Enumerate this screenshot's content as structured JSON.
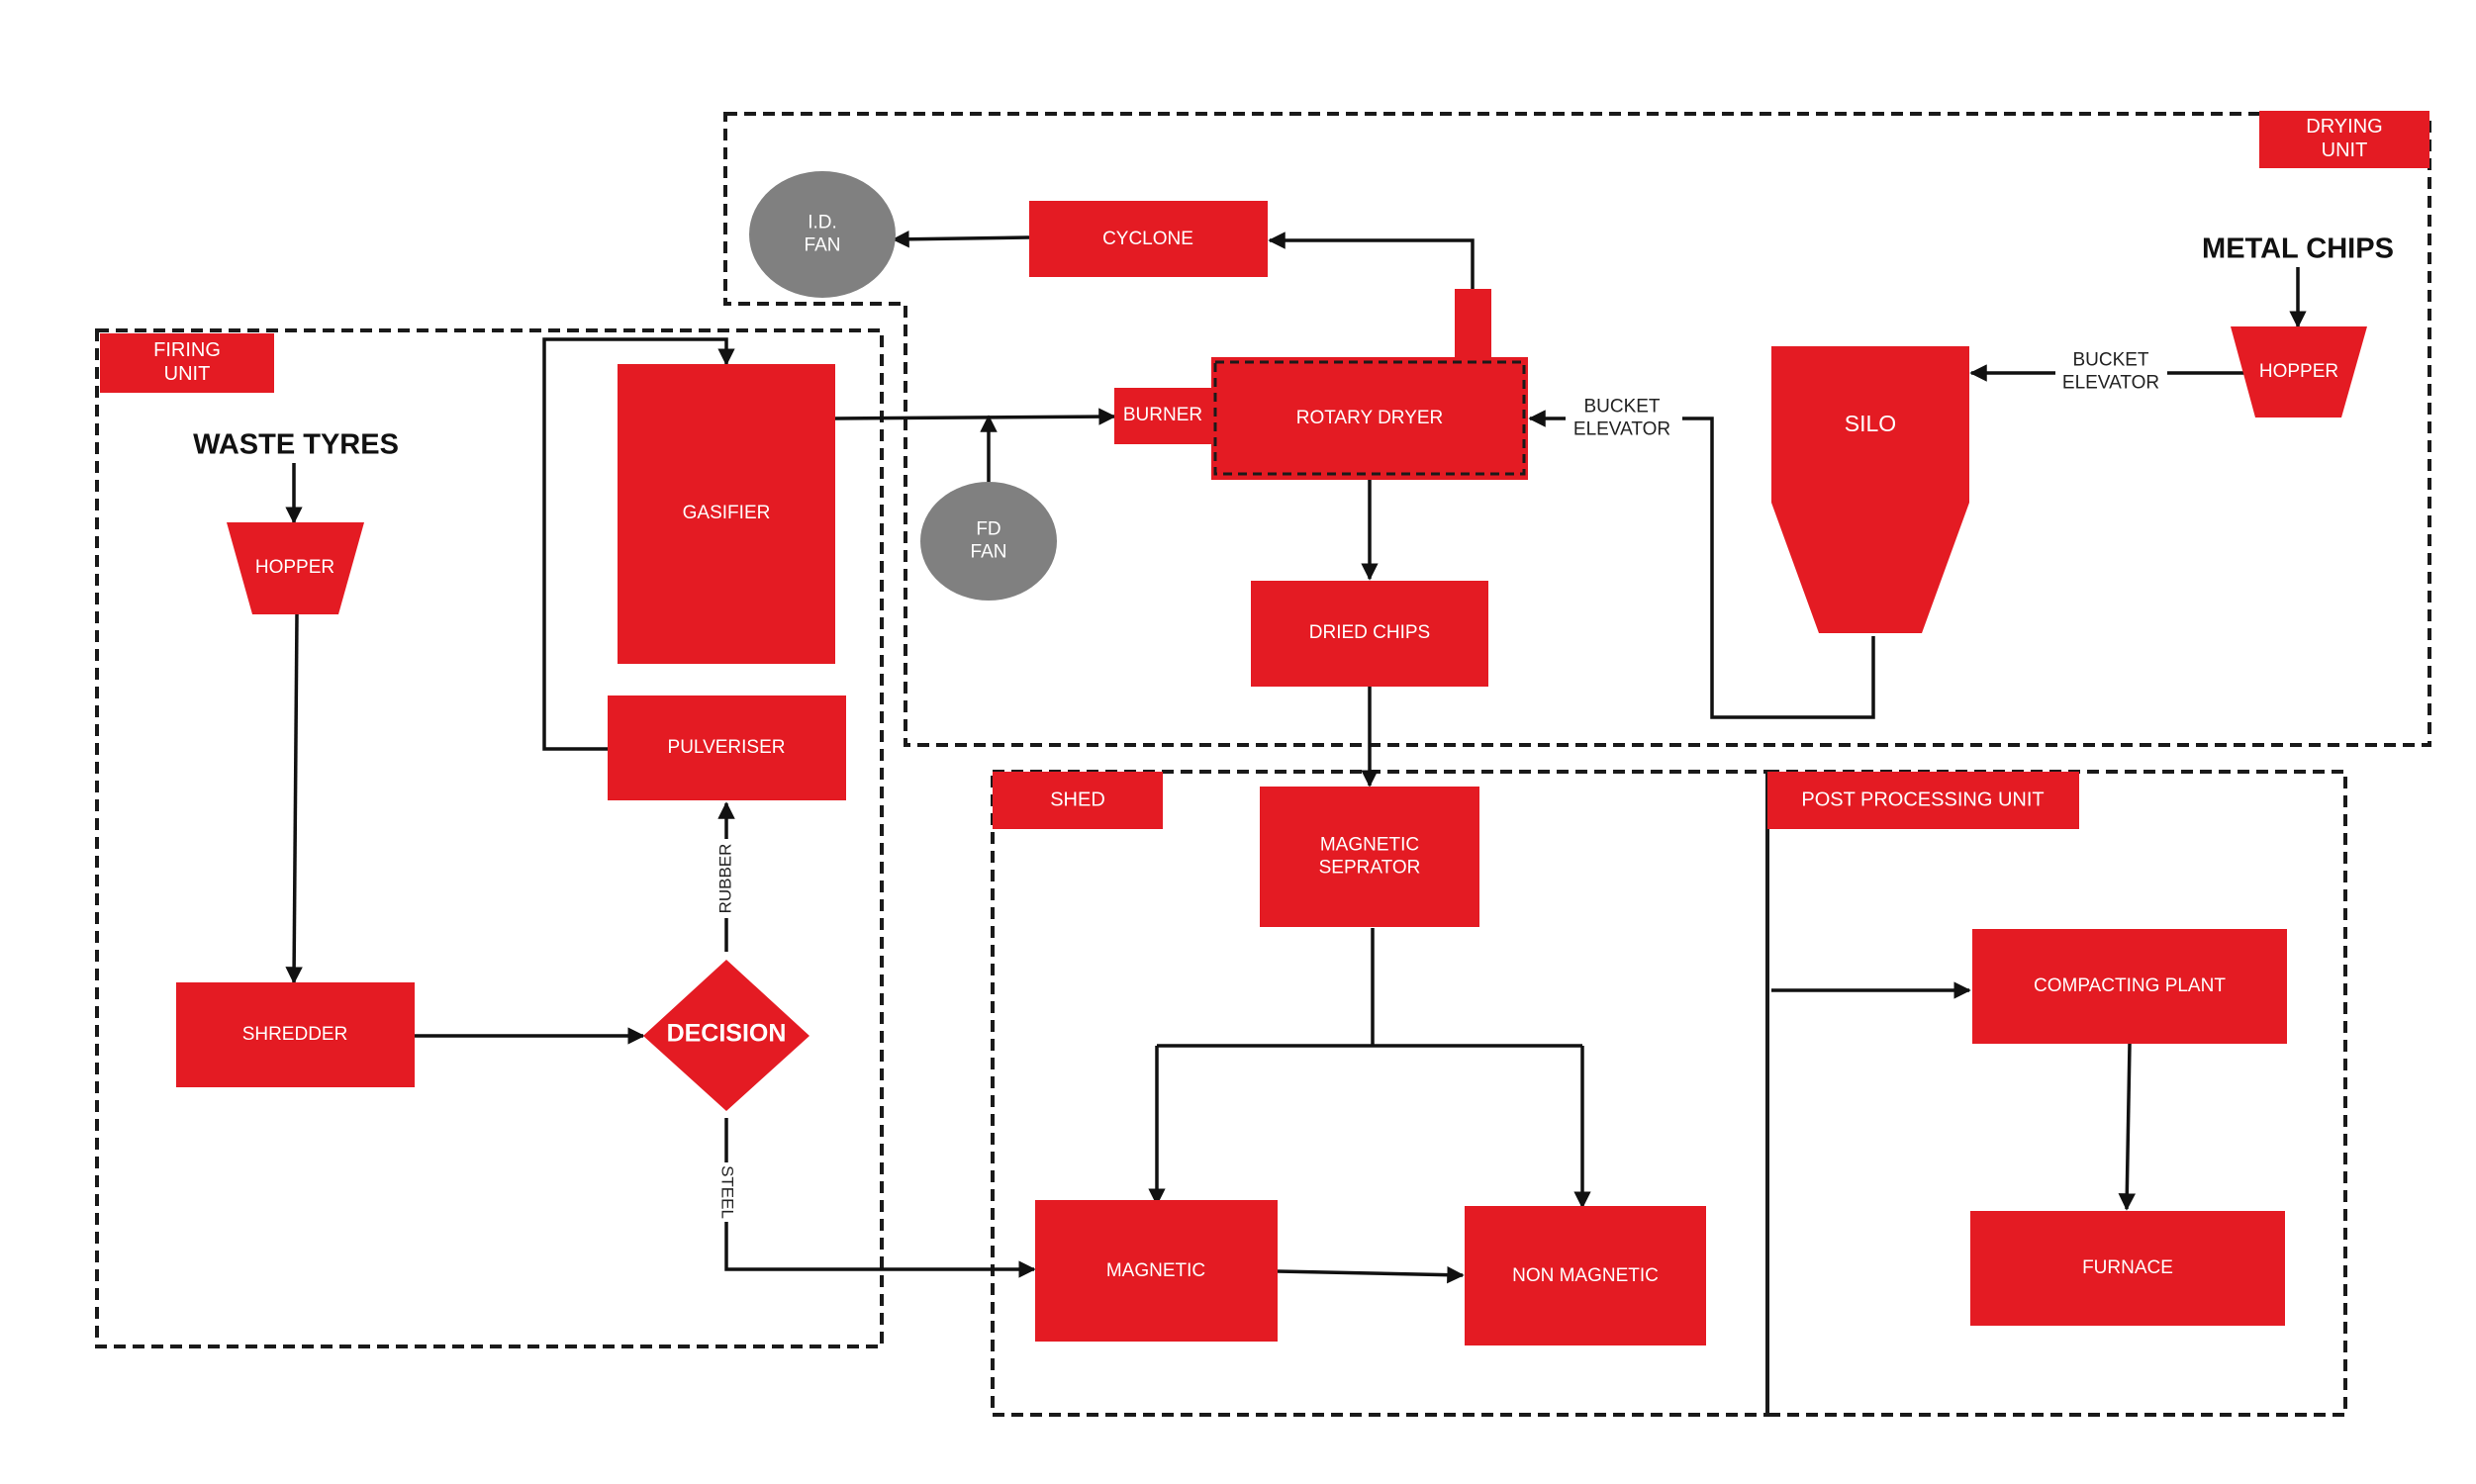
{
  "regions": {
    "firing_unit": "FIRING\nUNIT",
    "drying_unit": "DRYING\nUNIT",
    "shed": "SHED",
    "post_processing_unit": "POST PROCESSING UNIT"
  },
  "inputs": {
    "waste_tyres": "WASTE TYRES",
    "metal_chips": "METAL CHIPS"
  },
  "nodes": {
    "hopper_left": "HOPPER",
    "shredder": "SHREDDER",
    "decision": "DECISION",
    "pulveriser": "PULVERISER",
    "gasifier": "GASIFIER",
    "id_fan": "I.D.\nFAN",
    "fd_fan": "FD\nFAN",
    "cyclone": "CYCLONE",
    "burner": "BURNER",
    "rotary_dryer": "ROTARY DRYER",
    "silo": "SILO",
    "hopper_right": "HOPPER",
    "dried_chips": "DRIED CHIPS",
    "magnetic_separator": "MAGNETIC\nSEPRATOR",
    "magnetic": "MAGNETIC",
    "non_magnetic": "NON MAGNETIC",
    "compacting_plant": "COMPACTING PLANT",
    "furnace": "FURNACE"
  },
  "labels": {
    "bucket_elevator_top": "BUCKET\nELEVATOR",
    "bucket_elevator_dryer": "BUCKET\nELEVATOR",
    "rubber": "RUBBER",
    "steel": "STEEL"
  },
  "colors": {
    "block": "#e41b23",
    "fan": "#808080",
    "line": "#111111"
  }
}
